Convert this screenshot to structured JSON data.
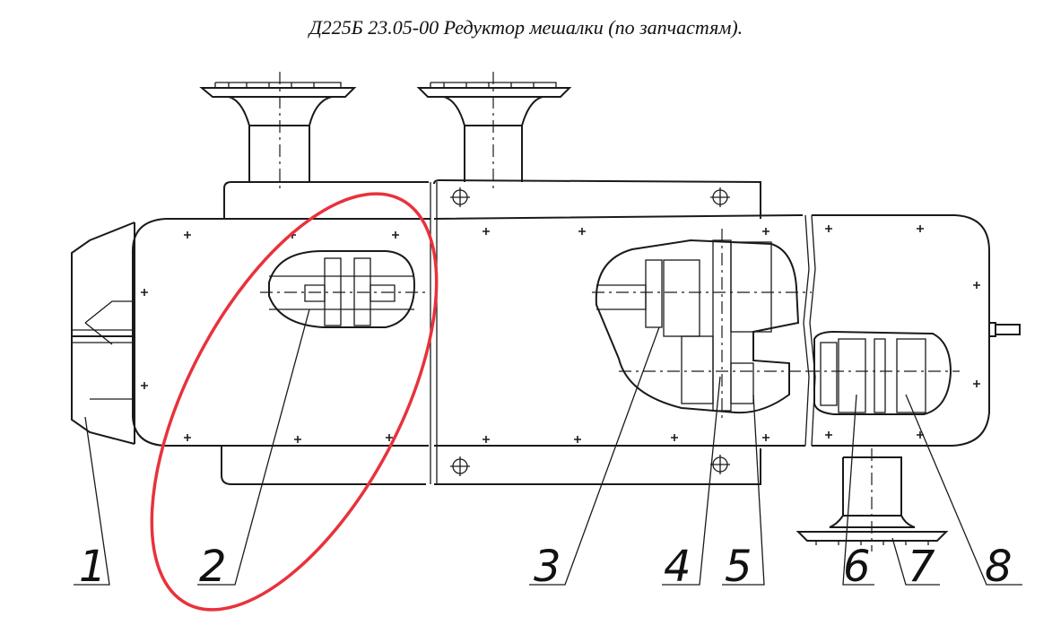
{
  "title": "Д225Б 23.05-00 Редуктор мешалки (по запчастям).",
  "parts": [
    {
      "label": "1"
    },
    {
      "label": "2"
    },
    {
      "label": "3"
    },
    {
      "label": "4"
    },
    {
      "label": "5"
    },
    {
      "label": "6"
    },
    {
      "label": "7"
    },
    {
      "label": "8"
    }
  ],
  "highlight": {
    "color": "#e8323c",
    "target_part": "2"
  },
  "colors": {
    "ink": "#1a1a1a",
    "background": "#ffffff"
  }
}
